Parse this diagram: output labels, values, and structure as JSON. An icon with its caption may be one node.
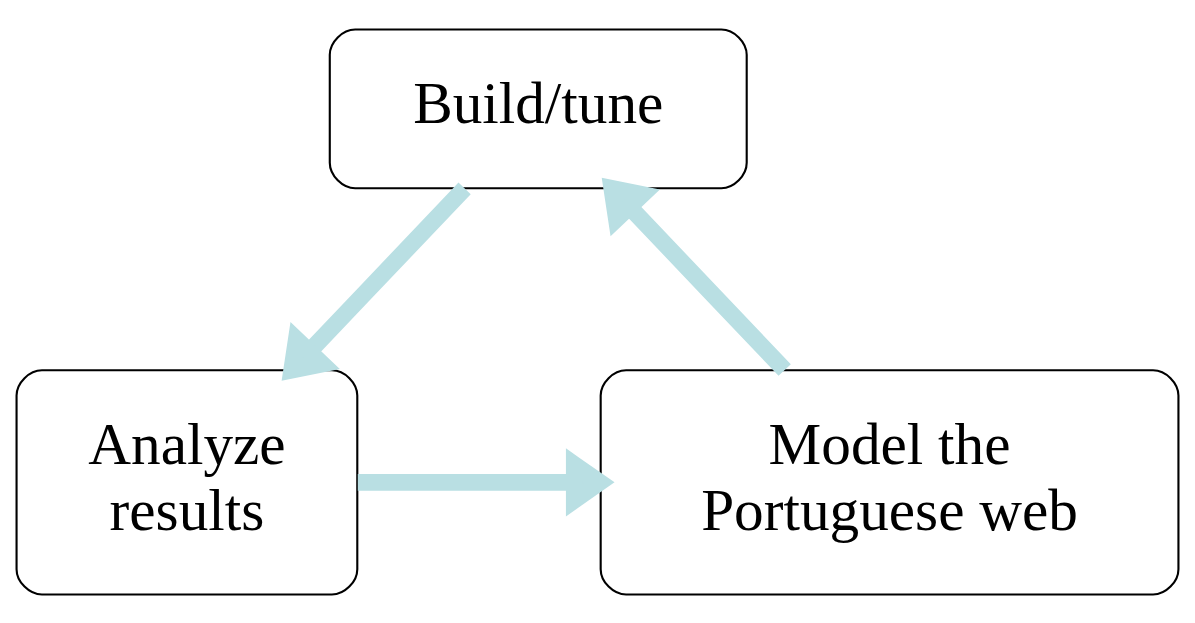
{
  "diagram": {
    "nodes": [
      {
        "text": [
          "Build/tune"
        ]
      },
      {
        "text": [
          "Model the Portuguese web"
        ]
      },
      {
        "text": [
          "Analyze results"
        ]
      }
    ],
    "edges": [
      {
        "from": 0,
        "to": 2,
        "arrow": "to"
      },
      {
        "from": 2,
        "to": 1,
        "arrow": "to"
      },
      {
        "from": 1,
        "to": 0,
        "arrow": "to"
      }
    ]
  }
}
